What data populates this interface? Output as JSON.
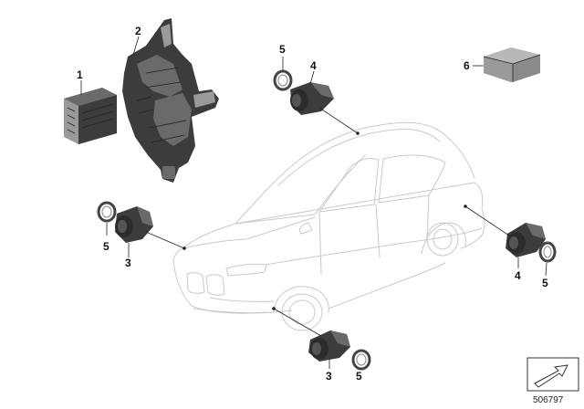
{
  "callouts": {
    "c1": "1",
    "c2": "2",
    "c3_left": "3",
    "c3_bottom": "3",
    "c4_top": "4",
    "c4_right": "4",
    "c5_top": "5",
    "c5_left": "5",
    "c5_bottom": "5",
    "c5_right": "5",
    "c6": "6"
  },
  "reference_number": "506797"
}
